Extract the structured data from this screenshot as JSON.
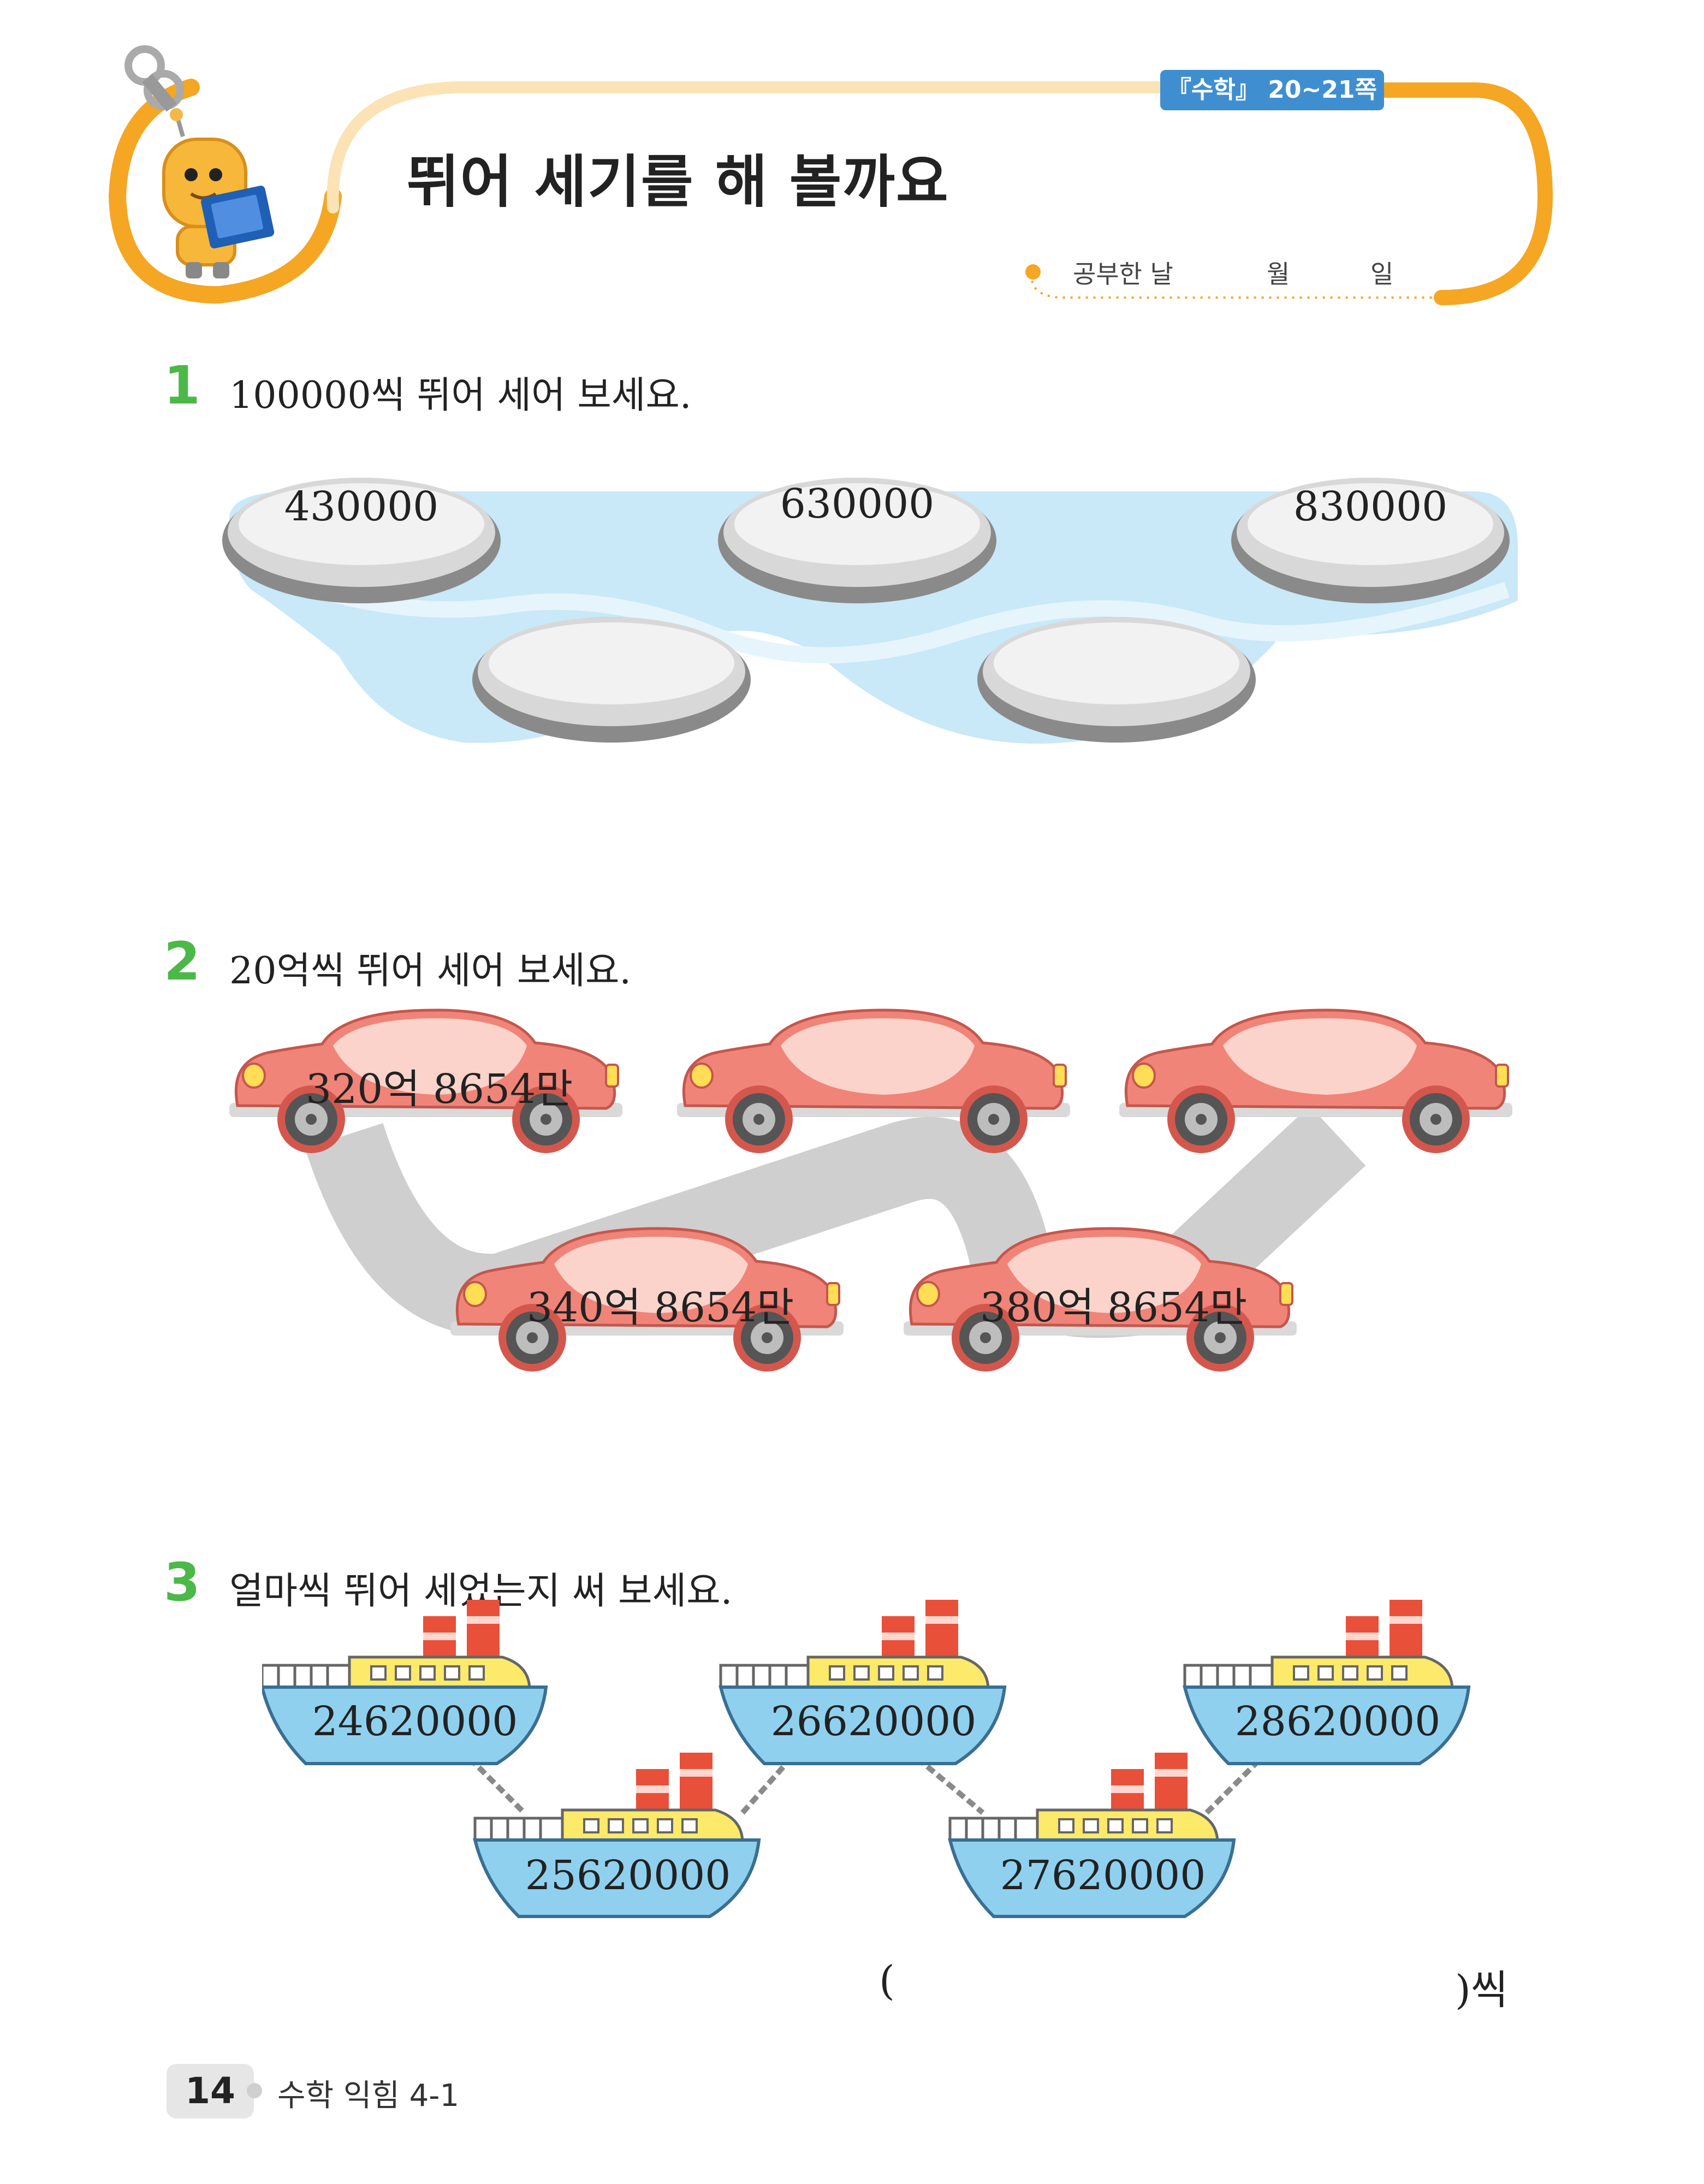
{
  "header": {
    "ref_tag": "『수학』 20~21쪽",
    "title": "뛰어 세기를 해 볼까요",
    "study_date_label": "공부한 날",
    "month_label": "월",
    "day_label": "일"
  },
  "questions": [
    {
      "number": "1",
      "text": "100000씩 뛰어 세어 보세요.",
      "stones": [
        "430000",
        "",
        "630000",
        "",
        "830000"
      ]
    },
    {
      "number": "2",
      "text": "20억씩 뛰어 세어 보세요.",
      "cars": [
        "320억 8654만",
        "340억 8654만",
        "",
        "380억 8654만",
        ""
      ]
    },
    {
      "number": "3",
      "text": "얼마씩 뛰어 세었는지 써 보세요.",
      "ships": [
        "24620000",
        "25620000",
        "26620000",
        "27620000",
        "28620000"
      ],
      "answer_open": "(",
      "answer_close": ")씩"
    }
  ],
  "footer": {
    "page_number": "14",
    "book_name": "수학 익힘 4-1"
  },
  "colors": {
    "accent_orange": "#f5a623",
    "ref_tag_blue": "#3f8fd0",
    "number_green": "#4cb848",
    "car_red": "#f08478",
    "ship_blue": "#8fd0ef",
    "water_blue": "#bfe3f6"
  }
}
